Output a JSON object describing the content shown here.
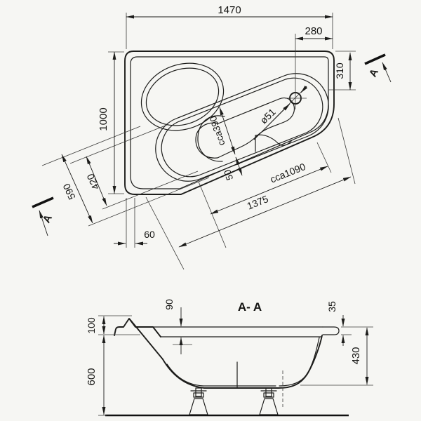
{
  "drawing": {
    "colors": {
      "line": "#1d1d1b",
      "background": "#f6f6f3"
    },
    "top_view": {
      "dim_total_width": "1470",
      "dim_drain_to_edge": "280",
      "dim_right_side_depth": "310",
      "dim_total_depth": "1000",
      "dim_diagonal_outer_width": "590",
      "dim_diagonal_inner_width": "420",
      "dim_corner_offset": "60",
      "dim_basin_width": "cca390",
      "dim_rim_gap": "50",
      "dim_drain_diameter": "ø51",
      "dim_basin_length": "cca1090",
      "dim_diagonal_edge": "1375",
      "section_marker_top": "A",
      "section_marker_bottom": "A"
    },
    "section_view": {
      "title": "A- A",
      "dim_rim_height": "100",
      "dim_base_height": "600",
      "dim_rim_drop": "90",
      "dim_rim_lip": "35",
      "dim_inner_depth": "430"
    }
  }
}
